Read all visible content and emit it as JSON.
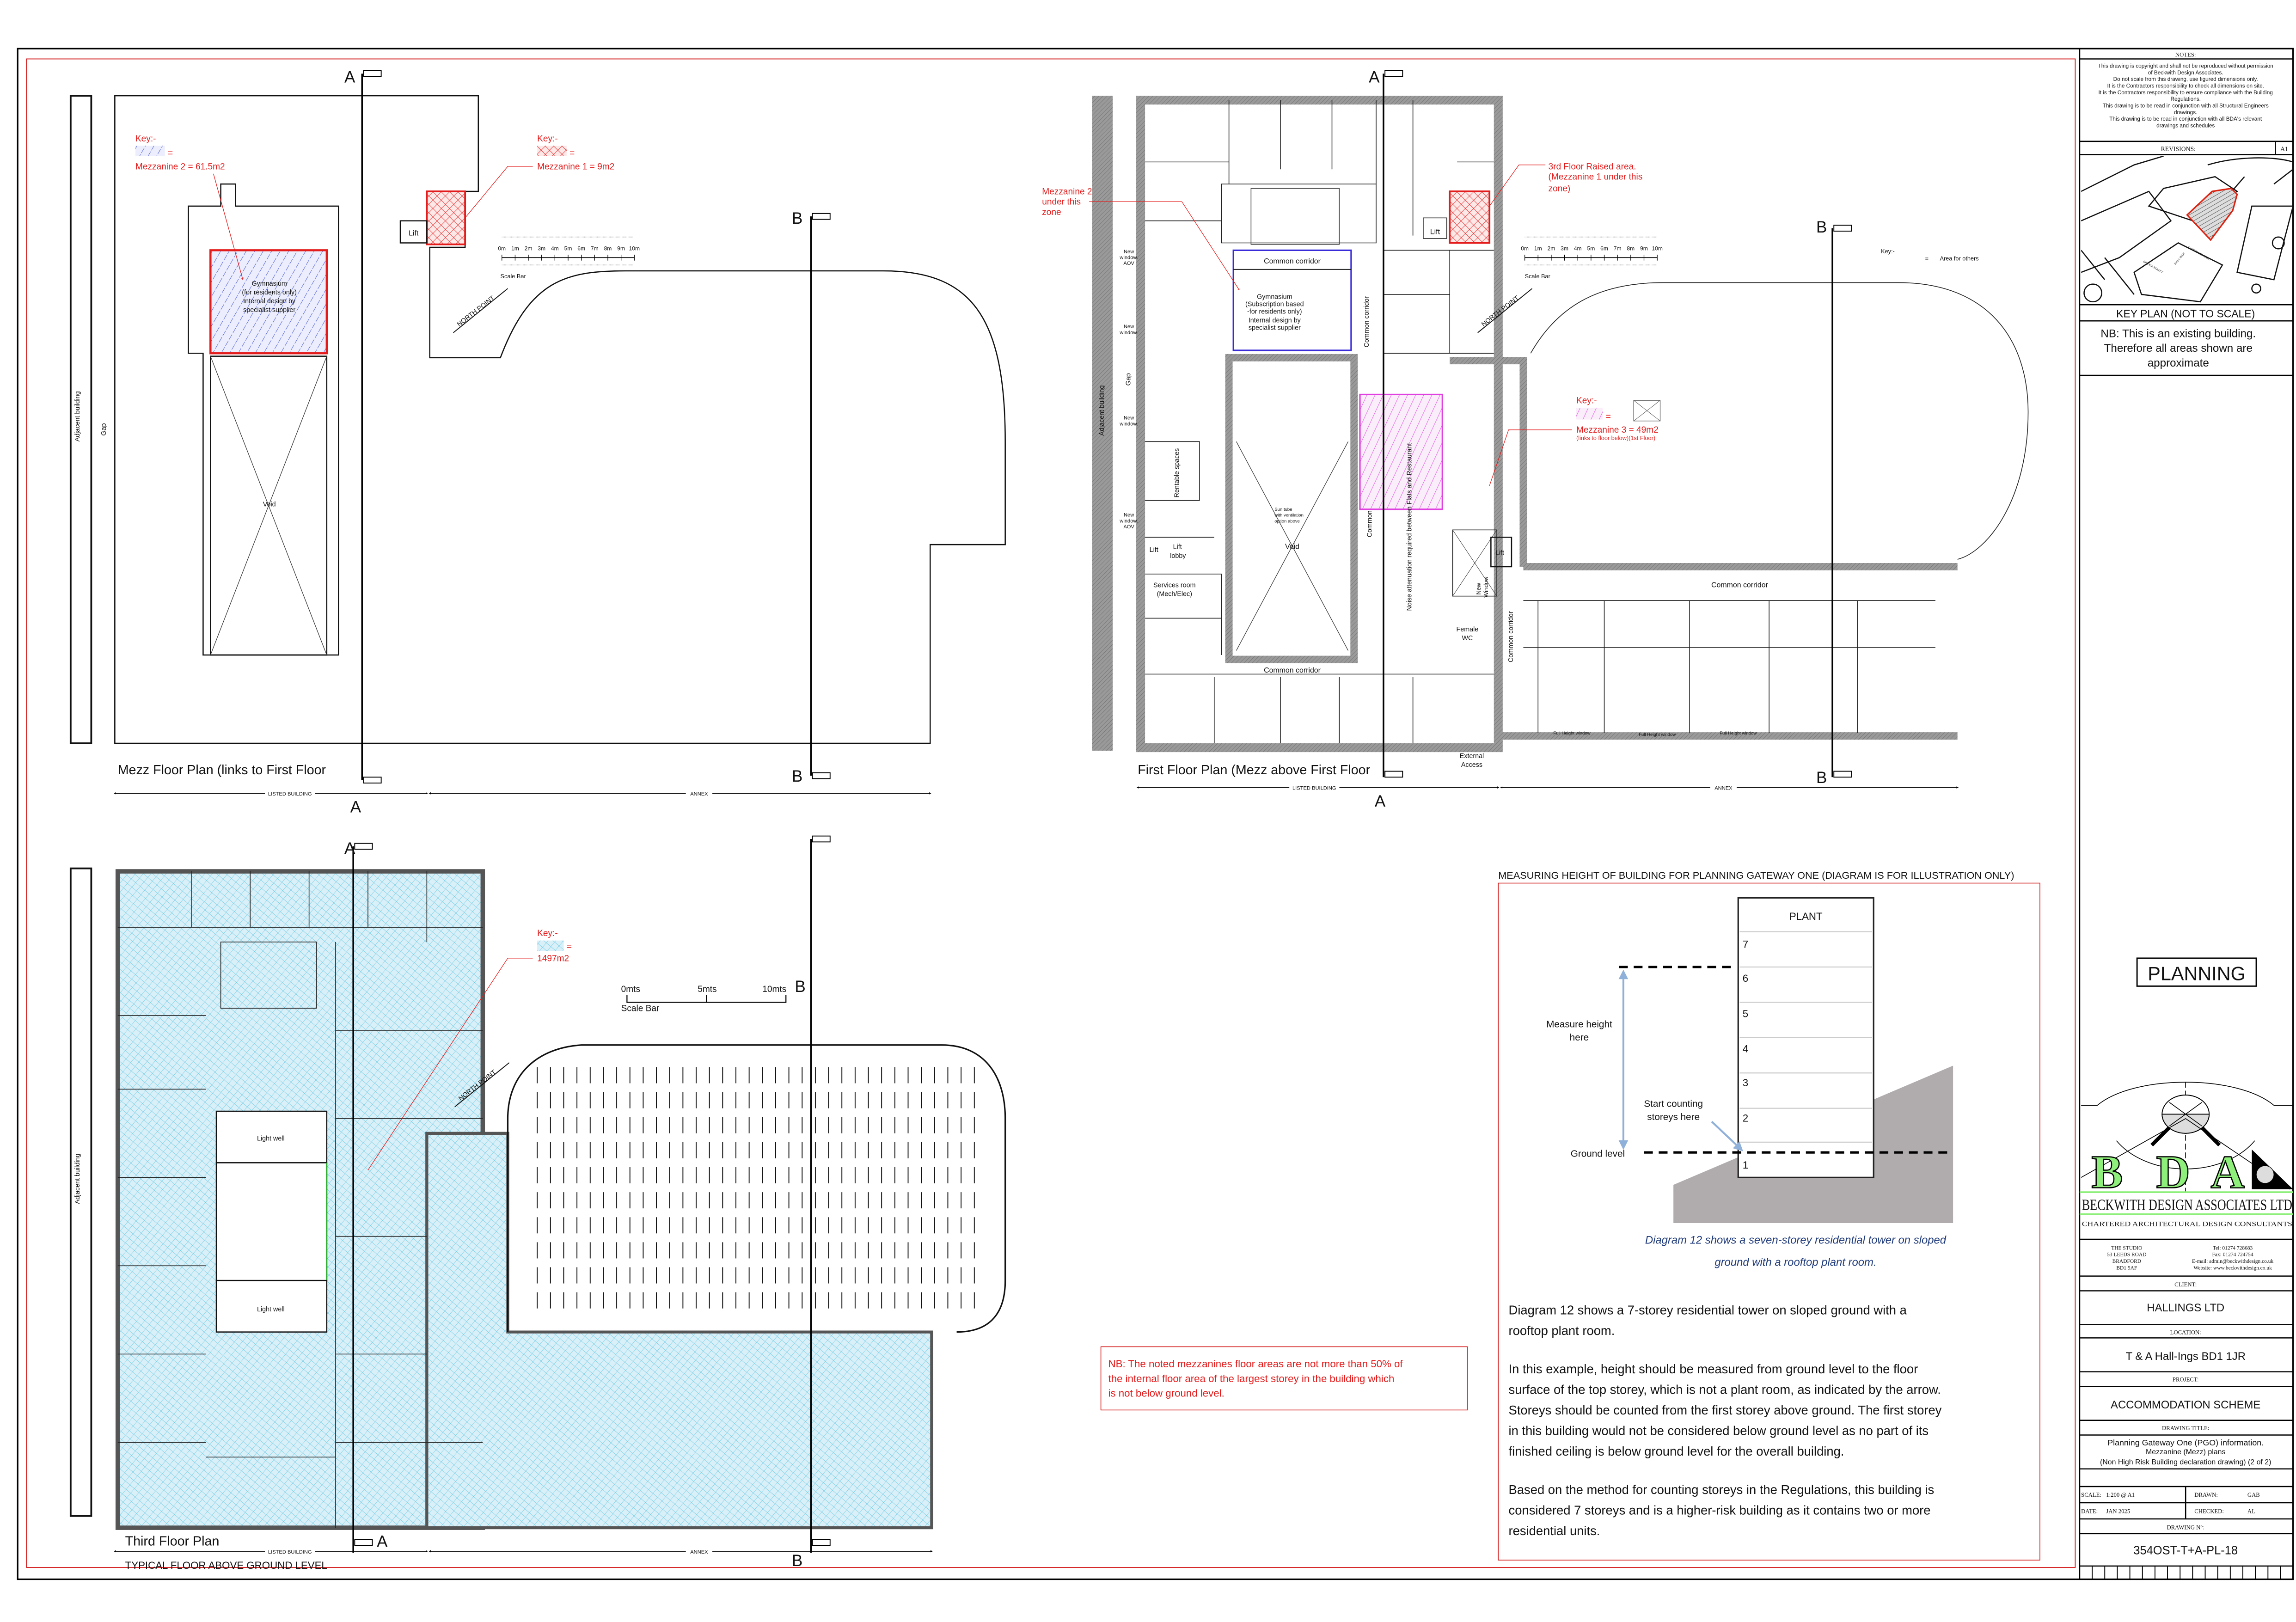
{
  "colors": {
    "border_red": "#d42020",
    "annotation_red": "#e31b1b",
    "mezz2_hatch": "#3344cc",
    "gym_outline": "#3a2bd8",
    "mezz3_hatch": "#e040e0",
    "floor_area_hatch": "#55c0e0",
    "logo_green": "#8ef07a",
    "caption_blue": "#1f3a7a",
    "ground_grey": "#b0acae"
  },
  "section_markers": {
    "a": "A",
    "b": "B"
  },
  "mezz_plan": {
    "title": "Mezz Floor Plan (links to First Floor",
    "adjacent": "Adjacent building",
    "gap": "Gap",
    "key1": {
      "label": "Key:-",
      "equals": "=",
      "value": "Mezzanine 2 = 61.5m2"
    },
    "key2": {
      "label": "Key:-",
      "equals": "=",
      "value": "Mezzanine 1 = 9m2"
    },
    "gym": [
      "Gymnasium",
      "(for residents only)",
      "Internal design by",
      "specialist supplier"
    ],
    "void": "Void",
    "lift": "Lift",
    "north": "NORTH POINT",
    "scale_ticks": [
      "0m",
      "1m",
      "2m",
      "3m",
      "4m",
      "5m",
      "6m",
      "7m",
      "8m",
      "9m",
      "10m"
    ],
    "scale_label": "Scale Bar",
    "listed": "LISTED BUILDING",
    "annex": "ANNEX"
  },
  "first_floor_plan": {
    "title": "First Floor Plan (Mezz above First Floor",
    "adjacent": "Adjacent building",
    "gap": "Gap",
    "mezz2_note": [
      "Mezzanine 2",
      "under this",
      "zone"
    ],
    "raised_note": [
      "3rd Floor Raised area.",
      "(Mezzanine 1 under this",
      "zone)"
    ],
    "common_corridor": "Common corridor",
    "gym": [
      "Gymnasium",
      "(Subscription based",
      "-for residents only)",
      "Internal design by",
      "specialist supplier"
    ],
    "void": "Void",
    "sun_tube": [
      "Sun tube",
      "with ventilation",
      "option above"
    ],
    "lift": "Lift",
    "lift_lobby": [
      "Lift",
      "lobby"
    ],
    "services": [
      "Services room",
      "(Mech/Elec)"
    ],
    "rentable": "Rentable spaces",
    "new_window_aov": [
      "New",
      "window.",
      "AOV"
    ],
    "new_window": [
      "New",
      "window."
    ],
    "new_window_vert": [
      "New",
      "Window"
    ],
    "noise": "Noise attenuation required between Flats and Restaurant",
    "female_wc": [
      "Female",
      "WC"
    ],
    "external_access": [
      "External",
      "Access"
    ],
    "full_height_window": "Full Height window",
    "key_others": {
      "label": "Key:-",
      "equals": "=",
      "value": "Area for others"
    },
    "key3": {
      "label": "Key:-",
      "equals": "=",
      "value": "Mezzanine 3 = 49m2",
      "sub": "(links to floor below)(1st Floor)"
    },
    "north": "NORTH POINT",
    "scale_ticks": [
      "0m",
      "1m",
      "2m",
      "3m",
      "4m",
      "5m",
      "6m",
      "7m",
      "8m",
      "9m",
      "10m"
    ],
    "scale_label": "Scale Bar",
    "listed": "LISTED BUILDING",
    "annex": "ANNEX"
  },
  "third_floor_plan": {
    "title": "Third Floor Plan",
    "subtitle": "TYPICAL FLOOR ABOVE GROUND LEVEL",
    "adjacent": "Adjacent building",
    "light_well": "Light well",
    "key": {
      "label": "Key:-",
      "equals": "=",
      "value": "1497m2"
    },
    "scale": {
      "t0": "0mts",
      "t5": "5mts",
      "t10": "10mts",
      "label": "Scale Bar"
    },
    "north": "NORTH POINT",
    "listed": "LISTED BUILDING",
    "annex": "ANNEX"
  },
  "nb_mezzanine": [
    "NB: The noted mezzanines floor areas are not more than 50% of",
    "the internal floor area of the largest storey in the building which",
    "is not below ground level."
  ],
  "diagram": {
    "heading": "MEASURING HEIGHT OF BUILDING FOR PLANNING GATEWAY ONE (DIAGRAM IS FOR ILLUSTRATION ONLY)",
    "plant": "PLANT",
    "storeys": [
      "7",
      "6",
      "5",
      "4",
      "3",
      "2",
      "1"
    ],
    "measure": [
      "Measure height",
      "here"
    ],
    "start": [
      "Start counting",
      "storeys here"
    ],
    "ground": "Ground level",
    "caption": [
      "Diagram 12 shows a seven-storey residential tower on sloped",
      "ground with a rooftop plant room."
    ]
  },
  "explanation": [
    [
      "Diagram 12 shows a 7-storey residential tower on sloped ground with a",
      "rooftop plant room."
    ],
    [
      "In this example, height should be measured from ground level to the floor",
      "surface of the top storey, which is not a plant room, as indicated by the arrow.",
      "Storeys should be counted from the first storey above ground. The first storey",
      "in this building would not be considered below ground level as no part of its",
      "finished ceiling is below ground level for the overall building."
    ],
    [
      "Based on the method for counting storeys in the Regulations, this building is",
      "considered 7 storeys and is a higher-risk building as it contains two or more",
      "residential units."
    ]
  ],
  "title_block": {
    "notes_header": "NOTES:",
    "notes": [
      "This drawing is copyright and shall not be reproduced without permission",
      "of Beckwith Design Associates.",
      "Do not scale from this drawing, use figured dimensions only.",
      "It is the Contractors responsibility to check all dimensions on site.",
      "It is the Contractors responsibility to ensure compliance with the Building",
      "Regulations.",
      "This drawing is to be read in conjunction with all Structural Engineers",
      "drawings.",
      "This drawing is to be read in conjunction with all BDA's relevant",
      "drawings and schedules"
    ],
    "revisions_header": "REVISIONS:",
    "sheet_size": "A1",
    "key_plan_streets": [
      "BRIDGE STREET",
      "HALL INGS",
      "ST GEORGES HALL"
    ],
    "key_plan_label": "KEY PLAN (NOT TO SCALE)",
    "nb": [
      "NB: This is an existing building.",
      "Therefore all areas shown are",
      "approximate"
    ],
    "status": "PLANNING",
    "logo_letters": [
      "B",
      "D",
      "A"
    ],
    "company": "BECKWITH DESIGN ASSOCIATES LTD",
    "company_sub": "CHARTERED ARCHITECTURAL DESIGN CONSULTANTS",
    "address": [
      "THE STUDIO",
      "53 LEEDS ROAD",
      "BRADFORD",
      "BD1 5AF"
    ],
    "contact": [
      "Tel: 01274 728683",
      "Fax: 01274 724754",
      "E-mail: admin@beckwithdesign.co.uk",
      "Website: www.beckwithdesign.co.uk"
    ],
    "client_label": "CLIENT:",
    "client": "HALLINGS LTD",
    "location_label": "LOCATION:",
    "location": "T & A Hall-Ings BD1 1JR",
    "project_label": "PROJECT:",
    "project": "ACCOMMODATION SCHEME",
    "drawing_title_label": "DRAWING TITLE:",
    "drawing_title": [
      "Planning Gateway One (PGO) information.",
      "Mezzanine (Mezz) plans",
      "(Non High Risk Building declaration drawing) (2 of 2)"
    ],
    "scale_label": "SCALE:",
    "scale": "1:200 @ A1",
    "drawn_label": "DRAWN:",
    "drawn": "GAB",
    "date_label": "DATE:",
    "date": "JAN 2025",
    "checked_label": "CHECKED:",
    "checked": "AL",
    "drawing_no_label": "DRAWING N°:",
    "drawing_no": "354OST-T+A-PL-18"
  }
}
